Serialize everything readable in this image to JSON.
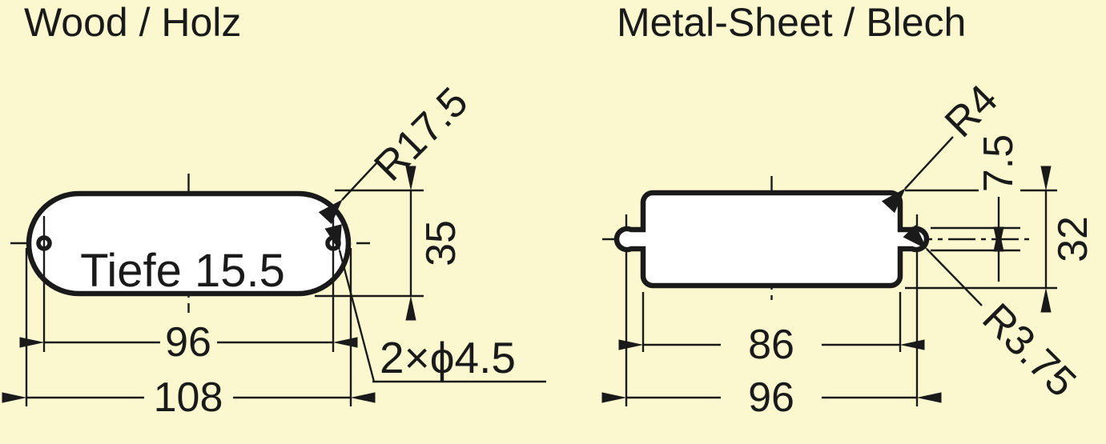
{
  "colors": {
    "background": "#FBF7CE",
    "line": "#1A1A1A",
    "shape_fill": "#FFFFFF"
  },
  "wood": {
    "title": "Wood / Holz",
    "depth_note": "Tiefe 15.5",
    "corner_radius_label": "R17.5",
    "height_label": "35",
    "hole_spacing_label": "96",
    "overall_width_label": "108",
    "hole_diameter_label": "2×ϕ4.5"
  },
  "metal": {
    "title": "Metal-Sheet / Blech",
    "corner_radius_label": "R4",
    "notch_height_label": "7.5",
    "height_label": "32",
    "body_width_label": "86",
    "hole_spacing_label": "96",
    "notch_radius_label": "R3.75"
  }
}
